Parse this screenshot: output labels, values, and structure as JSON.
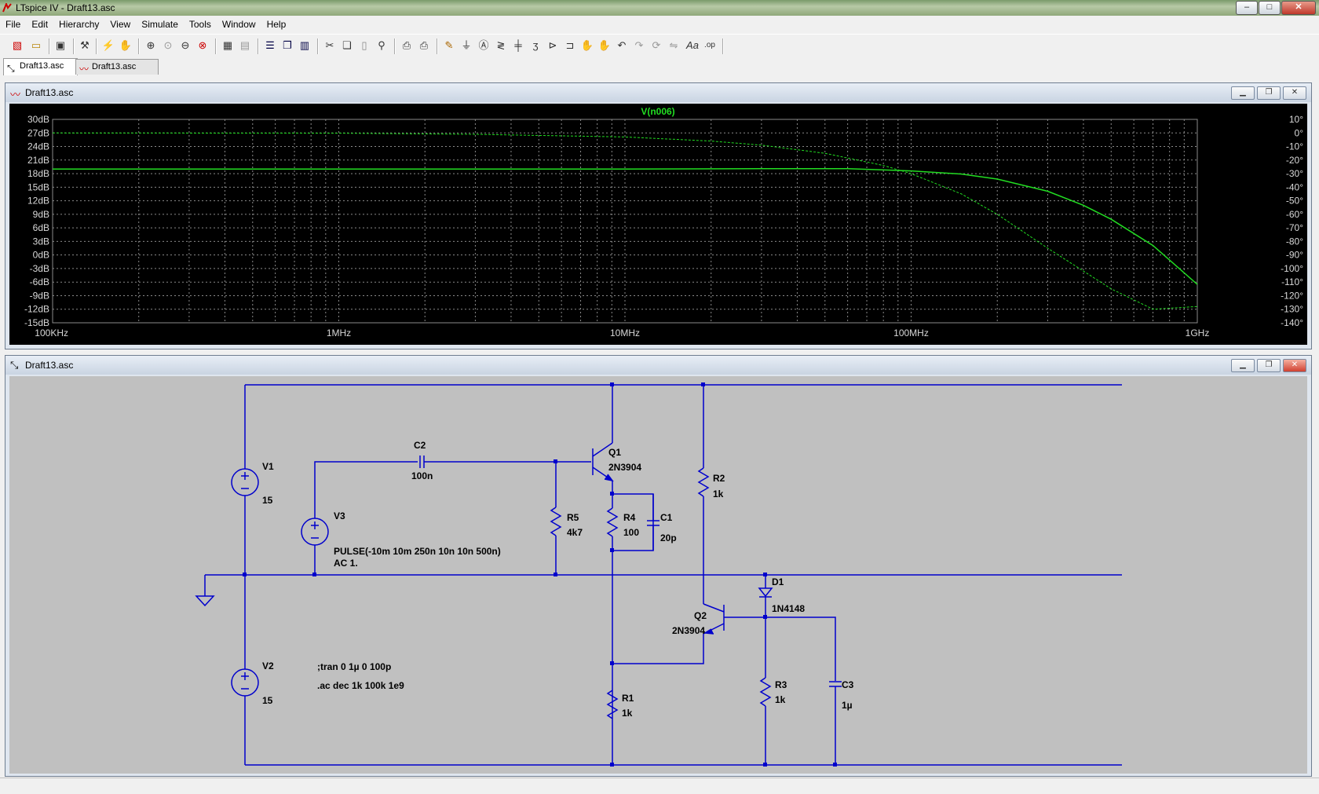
{
  "app": {
    "title": "LTspice IV - Draft13.asc",
    "window_buttons": {
      "minimize": "–",
      "maximize": "□",
      "close": "✕"
    }
  },
  "menu": [
    "File",
    "Edit",
    "Hierarchy",
    "View",
    "Simulate",
    "Tools",
    "Window",
    "Help"
  ],
  "toolbar_icons": [
    "new-schematic",
    "open",
    "save",
    "control-panel",
    "run",
    "halt",
    "zoom-in",
    "pan",
    "zoom-out",
    "zoom-fit",
    "autorange",
    "delete-traces",
    "tile-horizontal",
    "cascade",
    "tile-vertical",
    "cut",
    "copy",
    "paste",
    "find",
    "print-setup",
    "print",
    "wire",
    "ground",
    "label-net",
    "resistor",
    "capacitor",
    "inductor",
    "diode",
    "component",
    "move",
    "drag",
    "undo",
    "redo",
    "rotate",
    "mirror",
    "text",
    "spice-directive"
  ],
  "tabs": [
    {
      "label": "Draft13.asc",
      "icon": "schematic-icon",
      "active": true
    },
    {
      "label": "Draft13.asc",
      "icon": "waveform-icon",
      "active": false
    }
  ],
  "plot_window": {
    "title": "Draft13.asc",
    "colors": {
      "background": "#000000",
      "trace": "#22dd22",
      "grid": "#8a8a8a",
      "label": "#d8d8d8"
    },
    "chart_data": {
      "type": "line",
      "title": "V(n006)",
      "x_scale": "log",
      "xlim": [
        100000,
        1000000000
      ],
      "x_ticks": [
        "100KHz",
        "1MHz",
        "10MHz",
        "100MHz",
        "1GHz"
      ],
      "y_left_ticks": [
        "30dB",
        "27dB",
        "24dB",
        "21dB",
        "18dB",
        "15dB",
        "12dB",
        "9dB",
        "6dB",
        "3dB",
        "0dB",
        "-3dB",
        "-6dB",
        "-9dB",
        "-12dB",
        "-15dB"
      ],
      "y_right_ticks": [
        "10°",
        "0°",
        "-10°",
        "-20°",
        "-30°",
        "-40°",
        "-50°",
        "-60°",
        "-70°",
        "-80°",
        "-90°",
        "-100°",
        "-110°",
        "-120°",
        "-130°",
        "-140°"
      ],
      "ylim_db": [
        -15,
        30
      ],
      "ylim_phase": [
        -140,
        10
      ],
      "grid": true,
      "series": [
        {
          "name": "V(n006)",
          "quantity": "magnitude_db",
          "style": "solid",
          "x": [
            100000,
            1000000,
            10000000,
            30000000,
            60000000,
            100000000,
            150000000,
            200000000,
            300000000,
            400000000,
            500000000,
            700000000,
            1000000000
          ],
          "y": [
            19.0,
            19.0,
            19.0,
            19.1,
            19.1,
            18.6,
            17.9,
            16.8,
            14.1,
            11.0,
            7.9,
            2.1,
            -6.5
          ]
        },
        {
          "name": "V(n006)",
          "quantity": "phase_deg",
          "style": "dashed",
          "x": [
            100000,
            1000000,
            3000000,
            10000000,
            20000000,
            30000000,
            50000000,
            80000000,
            100000000,
            150000000,
            200000000,
            300000000,
            500000000,
            700000000,
            1000000000
          ],
          "y": [
            0,
            -0.2,
            -1.0,
            -3.0,
            -6.0,
            -9.0,
            -15.0,
            -24.0,
            -30.0,
            -45.0,
            -60.0,
            -85.0,
            -115.0,
            -130.0,
            -128.0
          ]
        }
      ]
    }
  },
  "schematic_window": {
    "title": "Draft13.asc",
    "colors": {
      "background": "#c0c0c0",
      "wire": "#0000cc",
      "text": "#000000"
    },
    "components": [
      {
        "ref": "V1",
        "value": "15"
      },
      {
        "ref": "V2",
        "value": "15"
      },
      {
        "ref": "V3",
        "value": "PULSE(-10m 10m 250n 10n 10n 500n)",
        "value2": "AC 1."
      },
      {
        "ref": "C2",
        "value": "100n"
      },
      {
        "ref": "Q1",
        "value": "2N3904"
      },
      {
        "ref": "R5",
        "value": "4k7"
      },
      {
        "ref": "R4",
        "value": "100"
      },
      {
        "ref": "C1",
        "value": "20p"
      },
      {
        "ref": "R2",
        "value": "1k"
      },
      {
        "ref": "D1",
        "value": "1N4148"
      },
      {
        "ref": "Q2",
        "value": "2N3904"
      },
      {
        "ref": "R1",
        "value": "1k"
      },
      {
        "ref": "R3",
        "value": "1k"
      },
      {
        "ref": "C3",
        "value": "1µ"
      }
    ],
    "directives": [
      ";tran 0 1µ 0 100p",
      ".ac dec 1k 100k 1e9"
    ]
  }
}
